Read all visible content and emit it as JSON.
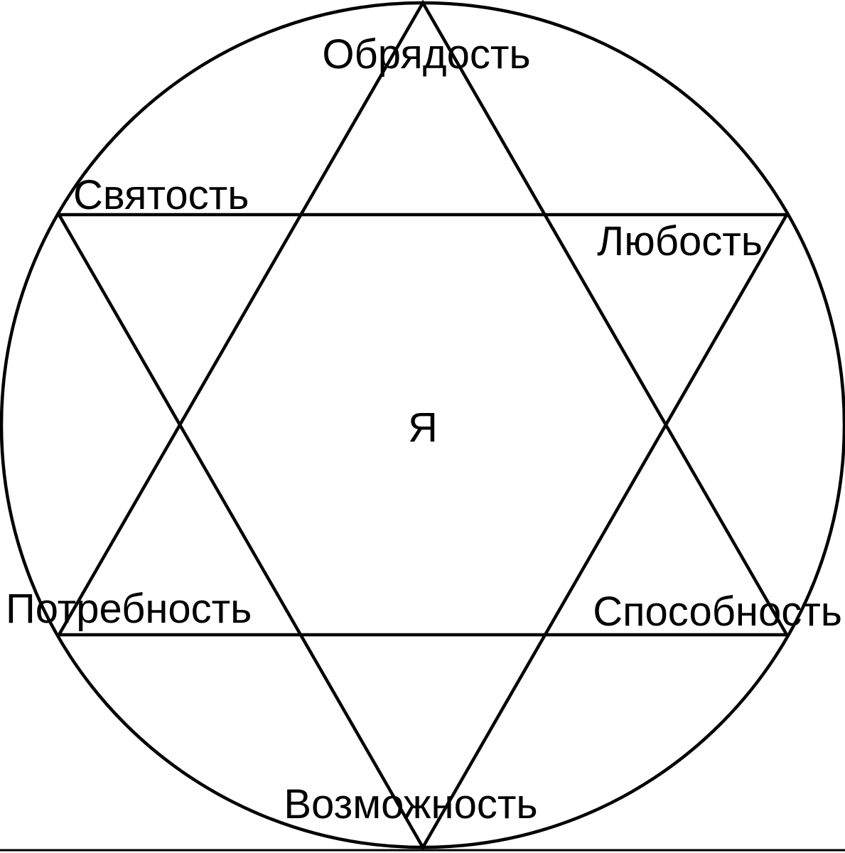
{
  "diagram": {
    "center_label": "Я",
    "labels": {
      "top": "Обрядость",
      "upper_left": "Святость",
      "upper_right": "Любость",
      "lower_left": "Потребность",
      "lower_right": "Способность",
      "bottom": "Возможность"
    },
    "stroke_color": "#000000",
    "background_color": "#ffffff"
  }
}
